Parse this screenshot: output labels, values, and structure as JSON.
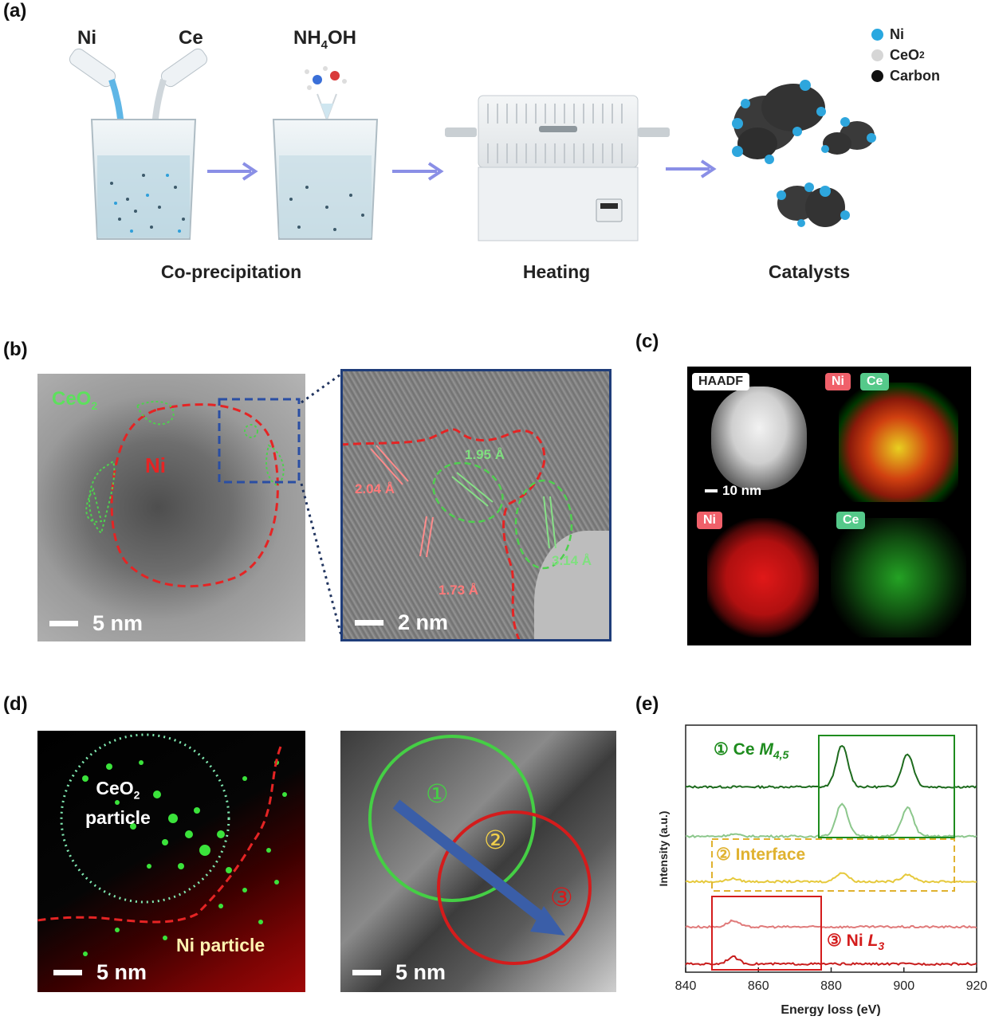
{
  "panels": {
    "a": {
      "label": "(a)",
      "reagents": {
        "ni": "Ni",
        "ce": "Ce",
        "base_main": "NH",
        "base_sub": "4",
        "base_tail": "OH"
      },
      "steps": {
        "coprecip": "Co-precipitation",
        "heating": "Heating",
        "catalysts": "Catalysts"
      },
      "legend": [
        {
          "main": "Ni",
          "sub": "",
          "color": "#29a8e0"
        },
        {
          "main": "CeO",
          "sub": "2",
          "color": "#d6d6d6"
        },
        {
          "main": "Carbon",
          "sub": "",
          "color": "#111111"
        }
      ]
    },
    "b": {
      "label": "(b)",
      "left": {
        "ceo2_main": "CeO",
        "ceo2_sub": "2",
        "ni": "Ni",
        "scale": "5 nm"
      },
      "right": {
        "d1": "1.95 Å",
        "d2": "2.04 Å",
        "d3": "1.73 Å",
        "d4": "3.14 Å",
        "scale": "2 nm"
      }
    },
    "c": {
      "label": "(c)",
      "haadf": "HAADF",
      "ni": "Ni",
      "ce": "Ce",
      "ni2": "Ni",
      "ce2": "Ce",
      "scale": "10 nm"
    },
    "d": {
      "label": "(d)",
      "left": {
        "ceo2_main": "CeO",
        "ceo2_sub": "2",
        "ceo2_line2": "particle",
        "ni_particle": "Ni particle",
        "scale": "5 nm"
      },
      "right": {
        "m1": "①",
        "m2": "②",
        "m3": "③",
        "scale": "5 nm"
      }
    },
    "e": {
      "label": "(e)",
      "ylabel": "Intensity (a.u.)",
      "xlabel": "Energy loss (eV)",
      "ce_label_prefix": "① Ce ",
      "ce_label_em": "M",
      "ce_label_sub": "4,5",
      "interface_label": "② Interface",
      "ni_label_prefix": "③ Ni ",
      "ni_label_em": "L",
      "ni_label_sub": "3"
    }
  },
  "chart_data": {
    "type": "line",
    "title": "",
    "xlabel": "Energy loss (eV)",
    "ylabel": "Intensity (a.u.)",
    "xlim": [
      840,
      920
    ],
    "xticks": [
      840,
      860,
      880,
      900,
      920
    ],
    "series": [
      {
        "color": "#1e6b1e",
        "offset": 4.5,
        "peaks": [
          [
            883,
            1.0
          ],
          [
            901,
            0.8
          ]
        ]
      },
      {
        "color": "#8cc78c",
        "offset": 3.3,
        "peaks": [
          [
            883,
            0.8
          ],
          [
            901,
            0.7
          ],
          [
            853,
            0.05
          ]
        ]
      },
      {
        "color": "#e6c93c",
        "offset": 2.2,
        "peaks": [
          [
            853,
            0.07
          ],
          [
            883,
            0.22
          ],
          [
            901,
            0.18
          ]
        ]
      },
      {
        "color": "#e07a7a",
        "offset": 1.1,
        "peaks": [
          [
            853,
            0.15
          ]
        ]
      },
      {
        "color": "#c81e1e",
        "offset": 0.2,
        "peaks": [
          [
            853,
            0.17
          ]
        ]
      }
    ]
  }
}
